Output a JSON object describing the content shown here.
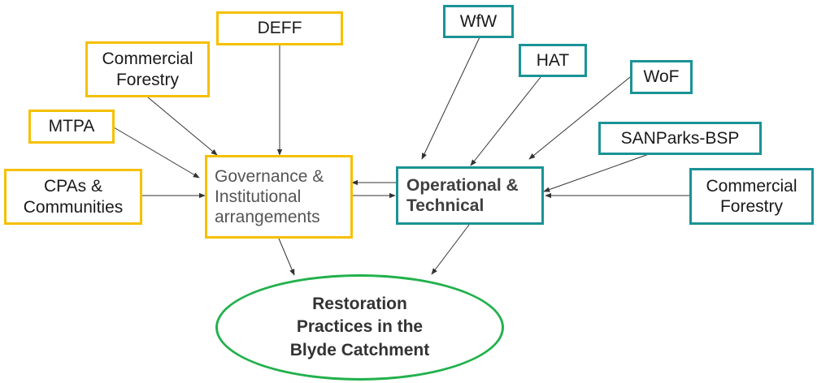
{
  "nodes": {
    "deff": "DEFF",
    "commercial_forestry_left": "Commercial\nForestry",
    "mtpa": "MTPA",
    "cpas": "CPAs &\nCommunities",
    "governance": "Governance &\nInstitutional\narrangements",
    "wfw": "WfW",
    "hat": "HAT",
    "wof": "WoF",
    "sanparks": "SANParks-BSP",
    "commercial_forestry_right": "Commercial\nForestry",
    "operational": "Operational &\nTechnical",
    "outcome": "Restoration\nPractices in the\nBlyde Catchment"
  },
  "colors": {
    "governance_border": "#f5c000",
    "operational_border": "#1a9396",
    "outcome_border": "#22b14c",
    "arrow": "#333333"
  }
}
